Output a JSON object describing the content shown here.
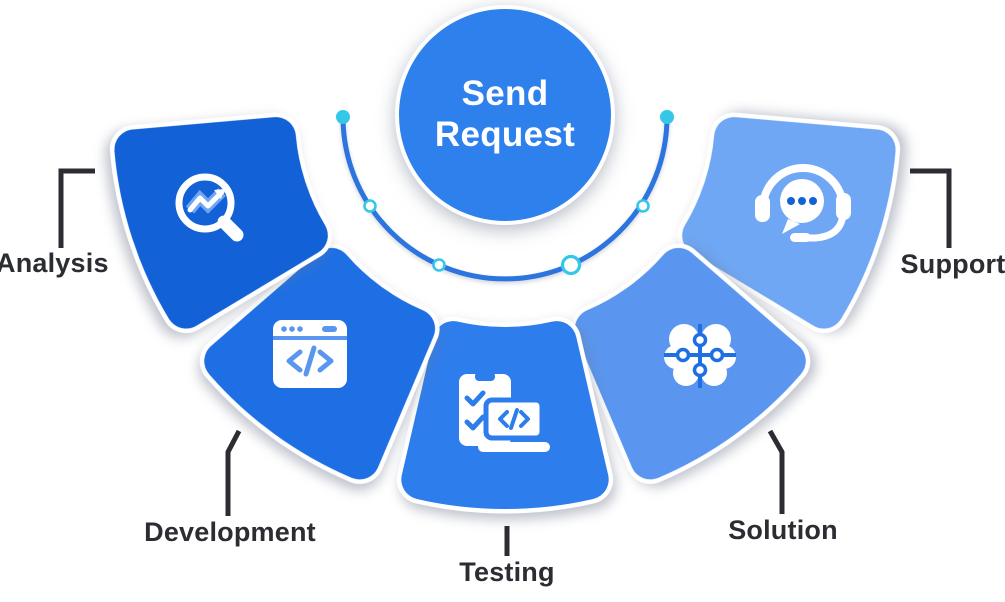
{
  "diagram": {
    "center_label": "Send Request",
    "stages": [
      {
        "label": "Analysis",
        "icon": "magnifier-chart-icon",
        "color": "#6FA7F4"
      },
      {
        "label": "Development",
        "icon": "code-browser-icon",
        "color": "#5A96EF"
      },
      {
        "label": "Testing",
        "icon": "checklist-laptop-icon",
        "color": "#2E7DEC"
      },
      {
        "label": "Solution",
        "icon": "brain-puzzle-icon",
        "color": "#1E6FE4"
      },
      {
        "label": "Support",
        "icon": "headset-chat-icon",
        "color": "#1361D7"
      }
    ]
  },
  "colors": {
    "circle": "#2E81EC",
    "arc": "#2C74DE",
    "dot": "#35C7E8",
    "ink": "#2B2D33",
    "bg": "#FFFFFF"
  }
}
